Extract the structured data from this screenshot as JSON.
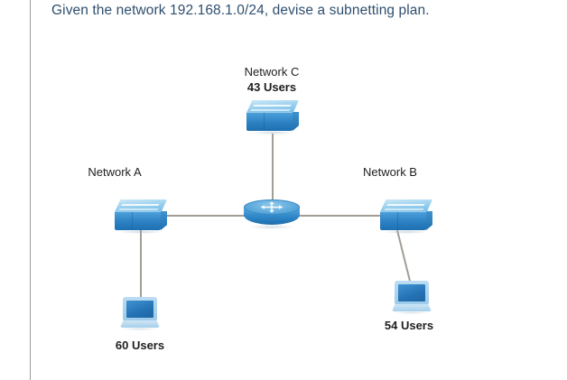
{
  "question": {
    "text": "Given the network 192.168.1.0/24, devise a subnetting plan."
  },
  "diagram": {
    "network_a": {
      "name_label": "Network A",
      "users_label": "60 Users",
      "switch_icon": "network-switch-icon",
      "host_icon": "laptop-icon"
    },
    "network_b": {
      "name_label": "Network B",
      "users_label": "54 Users",
      "switch_icon": "network-switch-icon",
      "host_icon": "laptop-icon"
    },
    "network_c": {
      "name_label": "Network C",
      "users_label": "43 Users",
      "switch_icon": "network-switch-icon"
    },
    "router": {
      "icon": "router-icon"
    }
  },
  "colors": {
    "text": "#1f1f1f",
    "question_text": "#2f4f6f",
    "link_line": "#a39d97",
    "device_blue": "#2f87c8",
    "device_blue_light": "#9ccbe9",
    "rule": "#9a9a9a"
  }
}
